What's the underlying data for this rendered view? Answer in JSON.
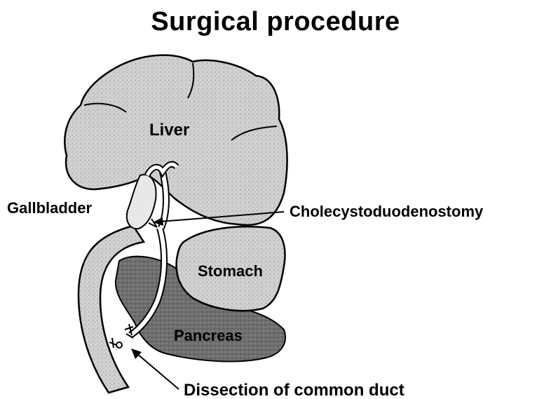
{
  "title": "Surgical procedure",
  "labels": {
    "liver": "Liver",
    "gallbladder": "Gallbladder",
    "cholecystoduodenostomy": "Cholecystoduodenostomy",
    "stomach": "Stomach",
    "pancreas": "Pancreas",
    "dissection": "Dissection of common duct"
  },
  "colors": {
    "light_organ": "#cfcfcf",
    "dark_organ": "#6b6b6b",
    "outline": "#000000"
  }
}
